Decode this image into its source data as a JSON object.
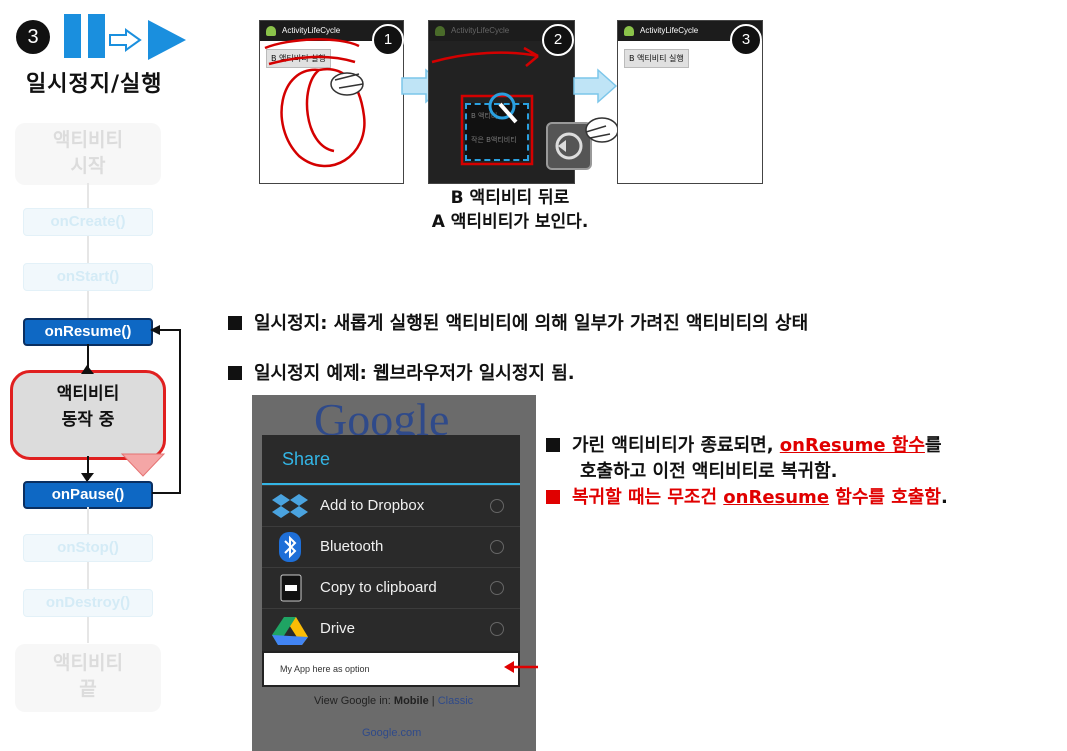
{
  "header": {
    "step_number": "3",
    "title": "일시정지/실행"
  },
  "lifecycle": {
    "start": "액티비티\n시작",
    "on_create": "onCreate()",
    "on_start": "onStart()",
    "on_resume": "onResume()",
    "running": "액티비티\n동작 중",
    "on_pause": "onPause()",
    "on_stop": "onStop()",
    "on_destroy": "onDestroy()",
    "end": "액티비티\n끝"
  },
  "screens": {
    "app_title": "ActivityLifeCycle",
    "screen1_button": "B 액티비티 실행",
    "screen1_number": "1",
    "screen2_number": "2",
    "screen2_dialog_title": "B 액티비",
    "screen2_dialog_text": "작은 B액티비티",
    "screen3_button": "B 액티비티 실행",
    "screen3_number": "3"
  },
  "caption": {
    "line1": "B 액티비티 뒤로",
    "line2": "A 액티비티가 보인다."
  },
  "bullets": {
    "b1": "일시정지: 새롭게 실행된 액티비티에 의해 일부가 가려진 액티비티의 상태",
    "b2": "일시정지 예제: 웹브라우저가 일시정지 됨."
  },
  "share": {
    "google_logo": "Google",
    "title": "Share",
    "items": [
      {
        "label": "Add to Dropbox",
        "icon": "dropbox-icon"
      },
      {
        "label": "Bluetooth",
        "icon": "bluetooth-icon"
      },
      {
        "label": "Copy to clipboard",
        "icon": "clipboard-icon"
      },
      {
        "label": "Drive",
        "icon": "drive-icon"
      }
    ],
    "option_text": "My App here as option",
    "view_google_prefix": "View Google in: ",
    "view_google_mobile": "Mobile",
    "view_google_sep": " | ",
    "view_google_classic": "Classic",
    "footer": "Google.com"
  },
  "right_notes": {
    "line1_a": "가린 액티비티가 종료되면, ",
    "line1_b": "onResume 함수",
    "line1_c": "를",
    "line2": "호출하고 이전 액티비티로 복귀함.",
    "line3_a": "복귀할 때는 무조건 ",
    "line3_b": "onResume",
    "line3_c": " 함수를 호출함",
    "line3_d": "."
  },
  "colors": {
    "accent_blue": "#1a8fde",
    "active_blue": "#0e68c4",
    "highlight_red": "#e00000",
    "share_accent": "#33b5e5"
  }
}
